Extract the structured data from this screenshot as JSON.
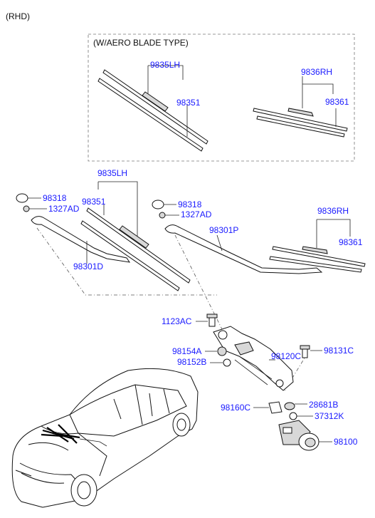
{
  "header": {
    "variant": "(RHD)",
    "box_title": "(W/AERO BLADE TYPE)"
  },
  "labels": {
    "aero_blade_lh": "9835LH",
    "aero_refill_lh": "98351",
    "aero_blade_rh": "9836RH",
    "aero_refill_rh": "98361",
    "blade_lh": "9835LH",
    "cap_left": "98318",
    "nut_left": "1327AD",
    "refill_lh": "98351",
    "arm_left": "98301D",
    "cap_right": "98318",
    "nut_right": "1327AD",
    "arm_right": "98301P",
    "blade_rh": "9836RH",
    "refill_rh": "98361",
    "bolt_top": "1123AC",
    "bushing": "98154A",
    "bushing_b": "98152B",
    "linkage": "98120C",
    "bolt_right": "98131C",
    "bracket": "98160C",
    "grommet": "28681B",
    "washer": "37312K",
    "motor": "98100"
  }
}
